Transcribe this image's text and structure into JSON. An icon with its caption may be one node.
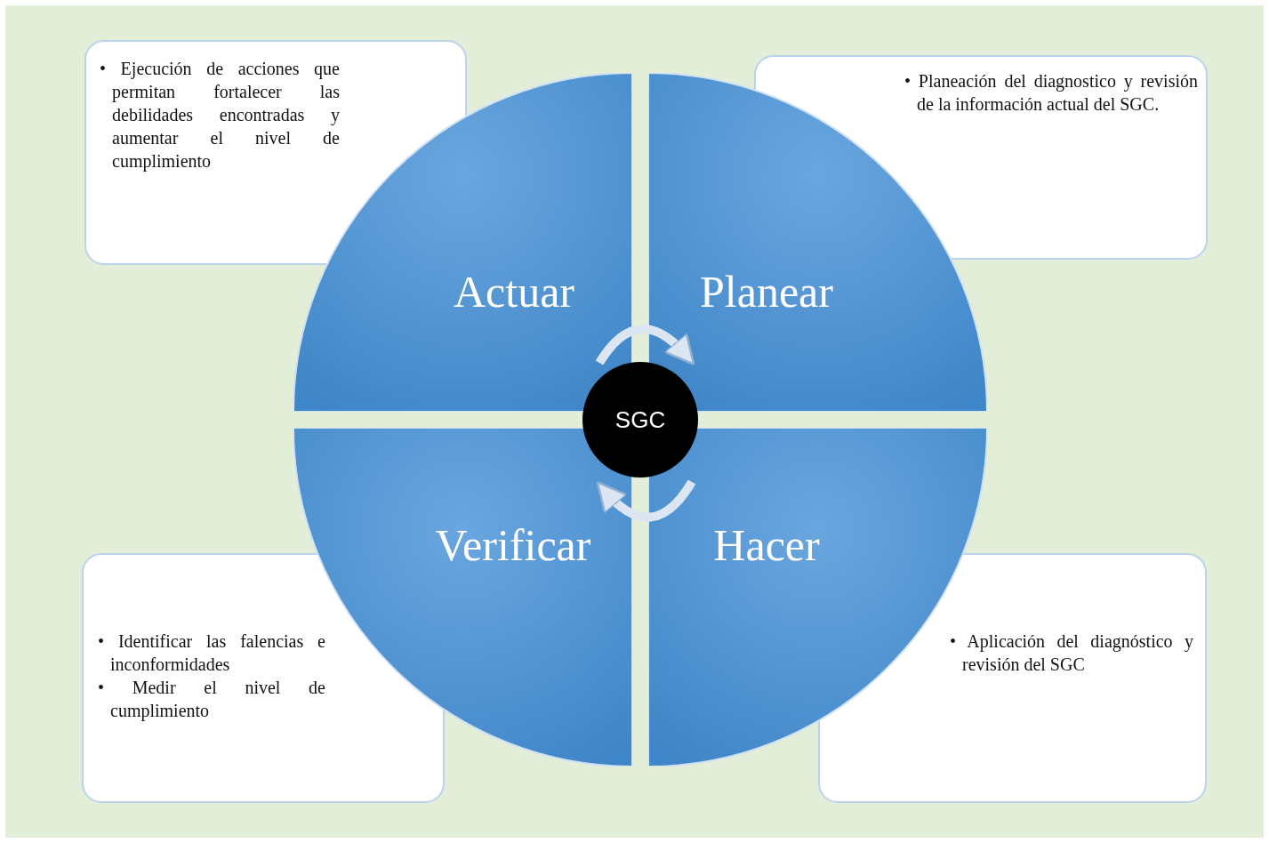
{
  "diagram": {
    "nodes": [
      {
        "text": [
          "• Ejecución de acciones que permitan fortalecer las debilidades encontradas y aumentar el nivel de cumplimiento"
        ]
      },
      {
        "text": [
          "• Planeación del diagnostico y revisión de la información actual del SGC."
        ]
      },
      {
        "text": [
          "Actuar"
        ]
      },
      {
        "text": [
          "Planear"
        ]
      },
      {
        "text": [
          "SGC"
        ]
      },
      {
        "text": [
          "Verificar"
        ]
      },
      {
        "text": [
          "Hacer"
        ]
      },
      {
        "text": [
          "• Identificar las falencias e inconformidades",
          "• Medir el nivel de cumplimiento"
        ]
      },
      {
        "text": [
          "• Aplicación del diagnóstico y revisión del SGC"
        ]
      }
    ],
    "edges": [
      {
        "from": 2,
        "to": 3,
        "arrow": "to"
      },
      {
        "from": 6,
        "to": 5,
        "arrow": "to"
      }
    ]
  }
}
